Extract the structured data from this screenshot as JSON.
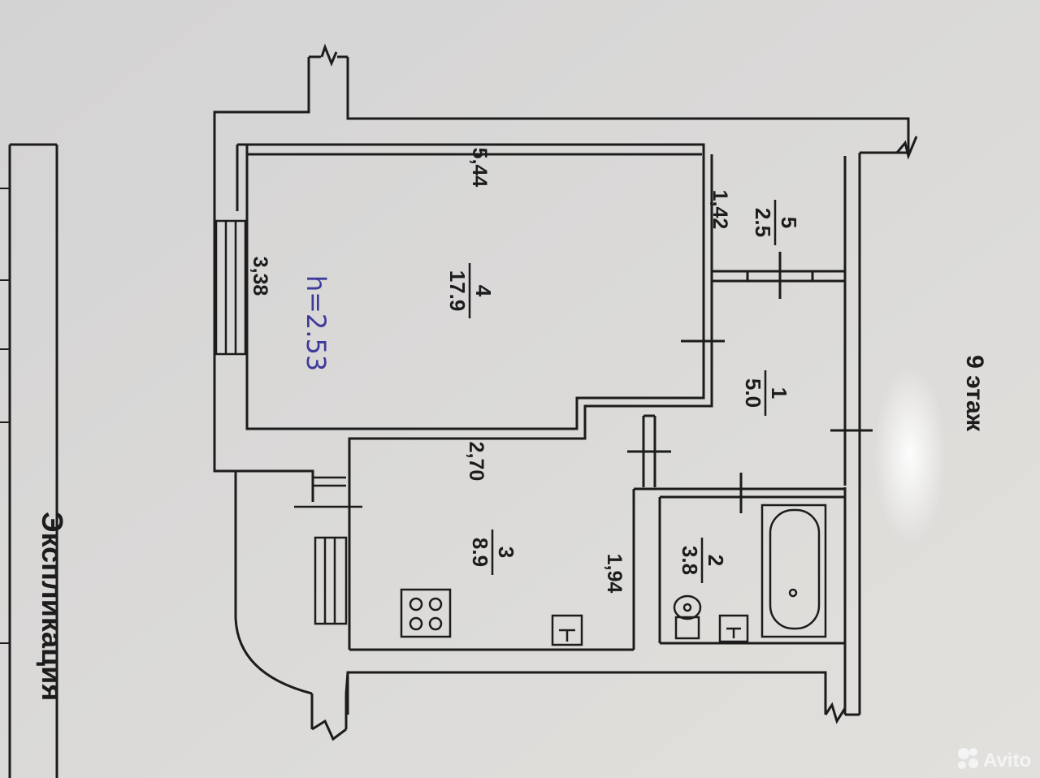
{
  "floor_label": "9 этаж",
  "table_header": "Экспликация",
  "handwritten_height": "h=2.53",
  "rooms": [
    {
      "number": "4",
      "area": "17.9"
    },
    {
      "number": "5",
      "area": "2.5"
    },
    {
      "number": "1",
      "area": "5.0"
    },
    {
      "number": "3",
      "area": "8.9"
    },
    {
      "number": "2",
      "area": "3.8"
    }
  ],
  "dimensions": {
    "d_top": "5,44",
    "d_left": "3,38",
    "d_closet": "1,42",
    "d_kitchen": "2,70",
    "d_bath": "1,94"
  },
  "watermark": "Avito",
  "colors": {
    "paper": "#d8d6d5",
    "ink": "#1c1c1c",
    "pen": "#3d3a9a"
  }
}
